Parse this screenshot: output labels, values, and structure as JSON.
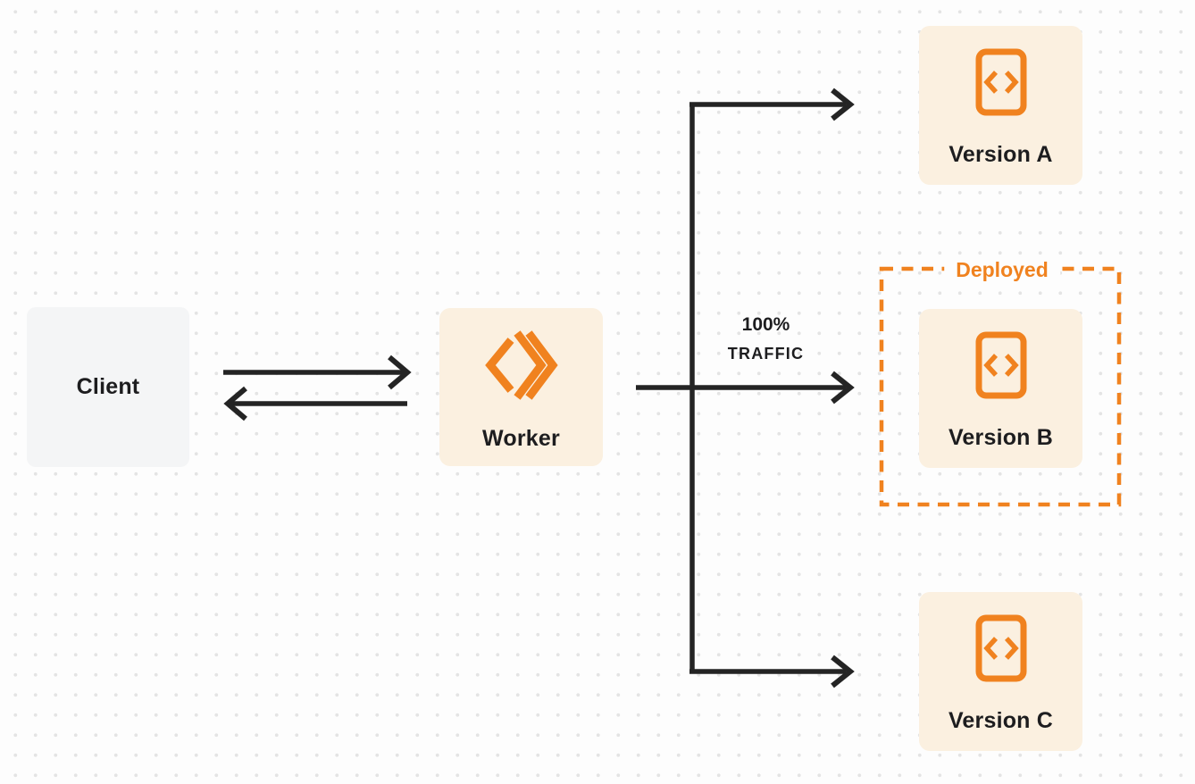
{
  "colors": {
    "accent": "#F0821F",
    "node-fill": "#FBF0E0",
    "client-fill": "#F4F5F6",
    "line": "#242424",
    "text": "#1D1D1F",
    "page-bg": "#FDFDFD",
    "dot": "#E4E4E4"
  },
  "nodes": {
    "client": {
      "label": "Client"
    },
    "worker": {
      "label": "Worker",
      "icon": "cloudflare-workers-logo-icon"
    },
    "versions": [
      {
        "label": "Version A",
        "icon": "code-document-icon"
      },
      {
        "label": "Version B",
        "icon": "code-document-icon"
      },
      {
        "label": "Version C",
        "icon": "code-document-icon"
      }
    ]
  },
  "edge_labels": {
    "traffic_percent": "100%",
    "traffic_caption": "TRAFFIC"
  },
  "deployed": {
    "label": "Deployed"
  }
}
